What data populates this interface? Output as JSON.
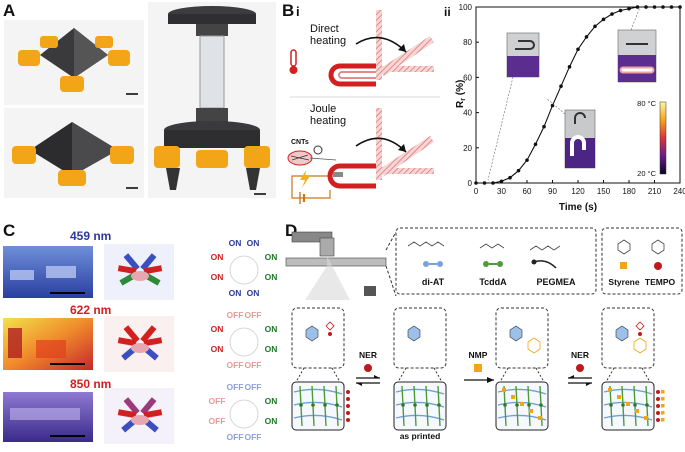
{
  "panels": {
    "A": "A",
    "B": "B",
    "C": "C",
    "D": "D",
    "Bi": "i",
    "Bii": "ii"
  },
  "panelB": {
    "direct_label_1": "Direct",
    "direct_label_2": "heating",
    "joule_label_1": "Joule",
    "joule_label_2": "heating",
    "cnt_label": "CNTs"
  },
  "chart_data": {
    "type": "line",
    "xlabel": "Time (s)",
    "ylabel": "R",
    "ylabel_sub": "r",
    "ylabel_unit": " (%)",
    "xlim": [
      0,
      240
    ],
    "ylim": [
      0,
      100
    ],
    "xticks": [
      0,
      30,
      60,
      90,
      120,
      150,
      180,
      210,
      240
    ],
    "yticks": [
      0,
      20,
      40,
      60,
      80,
      100
    ],
    "series": [
      {
        "x": [
          0,
          10,
          20,
          30,
          40,
          50,
          60,
          70,
          80,
          90,
          100,
          110,
          120,
          130,
          140,
          150,
          160,
          170,
          180,
          190,
          200,
          210,
          220,
          230,
          240
        ],
        "y": [
          0,
          0,
          0,
          1,
          3,
          7,
          13,
          22,
          32,
          44,
          55,
          66,
          76,
          83,
          89,
          93,
          96,
          98,
          99,
          100,
          100,
          100,
          100,
          100,
          100
        ]
      }
    ],
    "colorbar": {
      "max_label": "80 °C",
      "min_label": "20 °C"
    }
  },
  "panelC": [
    {
      "wavelength": "459 nm",
      "color": "#2b3a9c",
      "sw": [
        {
          "t": "ON",
          "c": "#2b3a9c"
        },
        {
          "t": "ON",
          "c": "#2b3a9c"
        },
        {
          "t": "ON",
          "c": "#d22020"
        },
        {
          "t": "ON",
          "c": "#1e7a2a"
        },
        {
          "t": "ON",
          "c": "#d22020"
        },
        {
          "t": "ON",
          "c": "#1e7a2a"
        },
        {
          "t": "ON",
          "c": "#2b3a9c"
        },
        {
          "t": "ON",
          "c": "#2b3a9c"
        }
      ]
    },
    {
      "wavelength": "622 nm",
      "color": "#d22020",
      "sw": [
        {
          "t": "OFF",
          "c": "#e89a9a"
        },
        {
          "t": "OFF",
          "c": "#e89a9a"
        },
        {
          "t": "ON",
          "c": "#d22020"
        },
        {
          "t": "ON",
          "c": "#1e7a2a"
        },
        {
          "t": "ON",
          "c": "#d22020"
        },
        {
          "t": "ON",
          "c": "#1e7a2a"
        },
        {
          "t": "OFF",
          "c": "#e89a9a"
        },
        {
          "t": "OFF",
          "c": "#e89a9a"
        }
      ]
    },
    {
      "wavelength": "850 nm",
      "color": "#d22020",
      "sw": [
        {
          "t": "OFF",
          "c": "#8fa0dd"
        },
        {
          "t": "OFF",
          "c": "#8fa0dd"
        },
        {
          "t": "OFF",
          "c": "#e89a9a"
        },
        {
          "t": "ON",
          "c": "#1e7a2a"
        },
        {
          "t": "OFF",
          "c": "#e89a9a"
        },
        {
          "t": "ON",
          "c": "#1e7a2a"
        },
        {
          "t": "OFF",
          "c": "#8fa0dd"
        },
        {
          "t": "OFF",
          "c": "#8fa0dd"
        }
      ]
    }
  ],
  "panelD": {
    "legend": [
      "di-AT",
      "TcddA",
      "PEGMEA",
      "Styrene",
      "TEMPO"
    ],
    "mid_label": "as printed",
    "arrows": [
      "NER",
      "NMP",
      "NER"
    ]
  }
}
